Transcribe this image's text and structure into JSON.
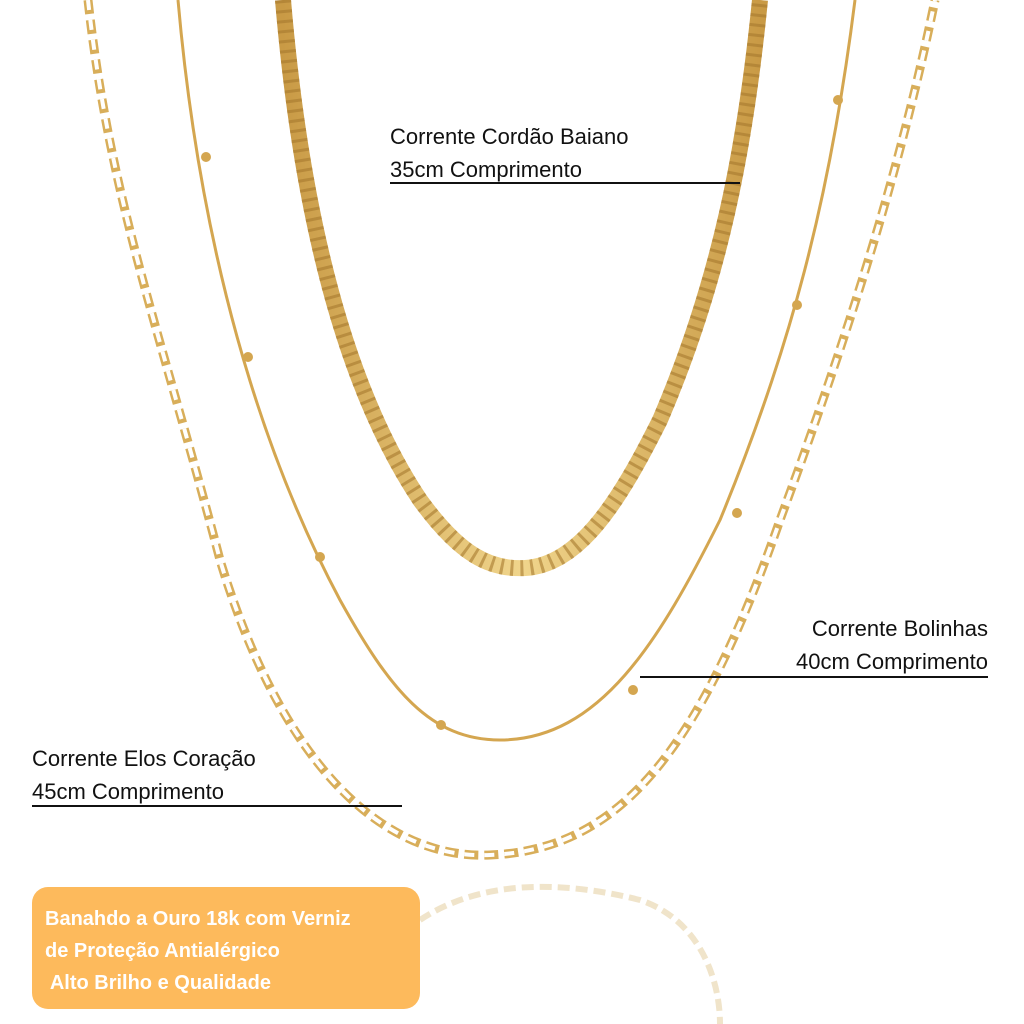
{
  "labels": {
    "rope": {
      "name": "Corrente Cordão Baiano",
      "length": "35cm Comprimento"
    },
    "ball": {
      "name": "Corrente Bolinhas",
      "length": "40cm Comprimento"
    },
    "heart": {
      "name": "Corrente Elos Coração",
      "length": "45cm Comprimento"
    }
  },
  "badge": {
    "line1": "Banahdo a Ouro 18k com Verniz",
    "line2": "de Proteção Antialérgico",
    "line3": " Alto Brilho e Qualidade"
  },
  "colors": {
    "gold": "#D9B25A",
    "gold_dark": "#B8893A",
    "badge": "#FDBA5C"
  }
}
